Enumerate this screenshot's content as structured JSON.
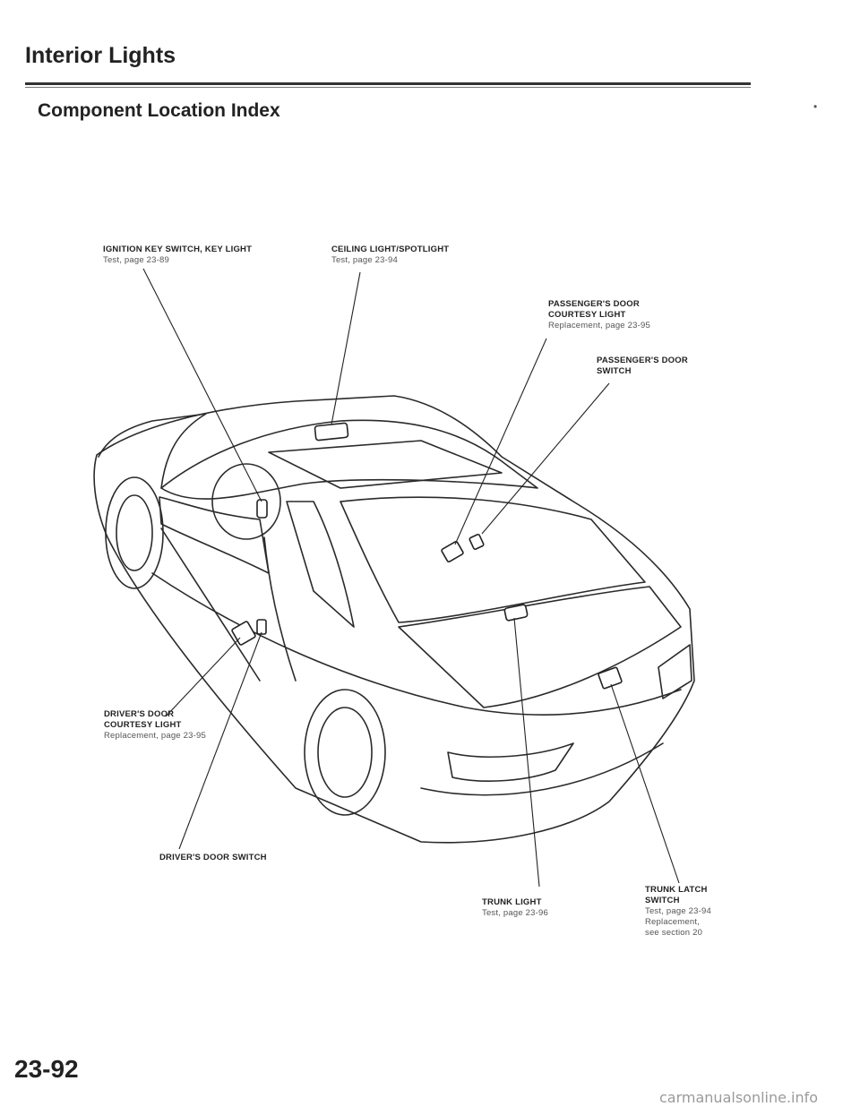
{
  "header": {
    "section_title": "Interior Lights",
    "subtitle": "Component Location Index",
    "corner_mark": "•"
  },
  "labels": {
    "ignition": {
      "name": "IGNITION KEY SWITCH, KEY LIGHT",
      "ref": "Test, page 23-89"
    },
    "ceiling": {
      "name": "CEILING LIGHT/SPOTLIGHT",
      "ref": "Test, page 23-94"
    },
    "pass_courtesy": {
      "name": "PASSENGER'S DOOR COURTESY LIGHT",
      "ref": "Replacement, page 23-95"
    },
    "pass_switch": {
      "name": "PASSENGER'S DOOR SWITCH"
    },
    "driver_courtesy": {
      "name": "DRIVER'S DOOR COURTESY LIGHT",
      "ref": "Replacement, page 23-95"
    },
    "driver_switch": {
      "name": "DRIVER'S DOOR SWITCH"
    },
    "trunk_light": {
      "name": "TRUNK LIGHT",
      "ref": "Test, page 23-96"
    },
    "trunk_latch": {
      "name": "TRUNK LATCH SWITCH",
      "ref1": "Test, page 23-94",
      "ref2": "Replacement,",
      "ref3": "see section 20"
    }
  },
  "footer": {
    "page_number": "23-92",
    "watermark": "carmanualsonline.info"
  }
}
